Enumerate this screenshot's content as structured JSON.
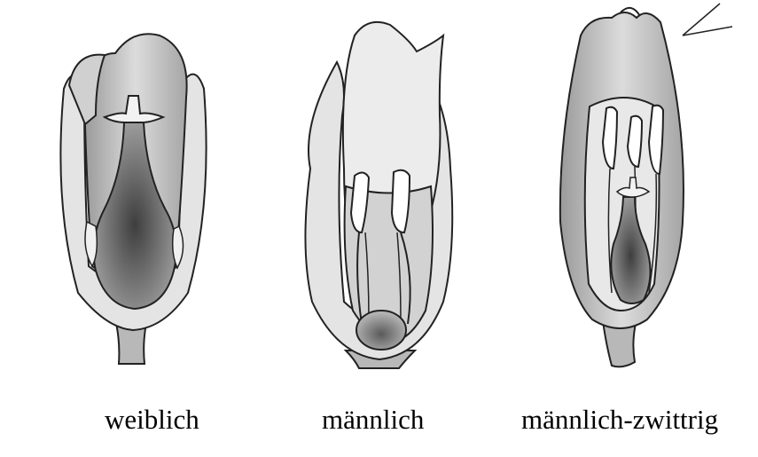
{
  "figure": {
    "captions": {
      "female": "weiblich",
      "male": "männlich",
      "male_hermaphrodite": "männlich-zwittrig"
    }
  },
  "colors": {
    "ink": "#222222",
    "shade_light": "#d6d6d6",
    "shade_mid": "#a9a9a9",
    "shade_dark": "#6d6d6d",
    "paper": "#ffffff"
  }
}
